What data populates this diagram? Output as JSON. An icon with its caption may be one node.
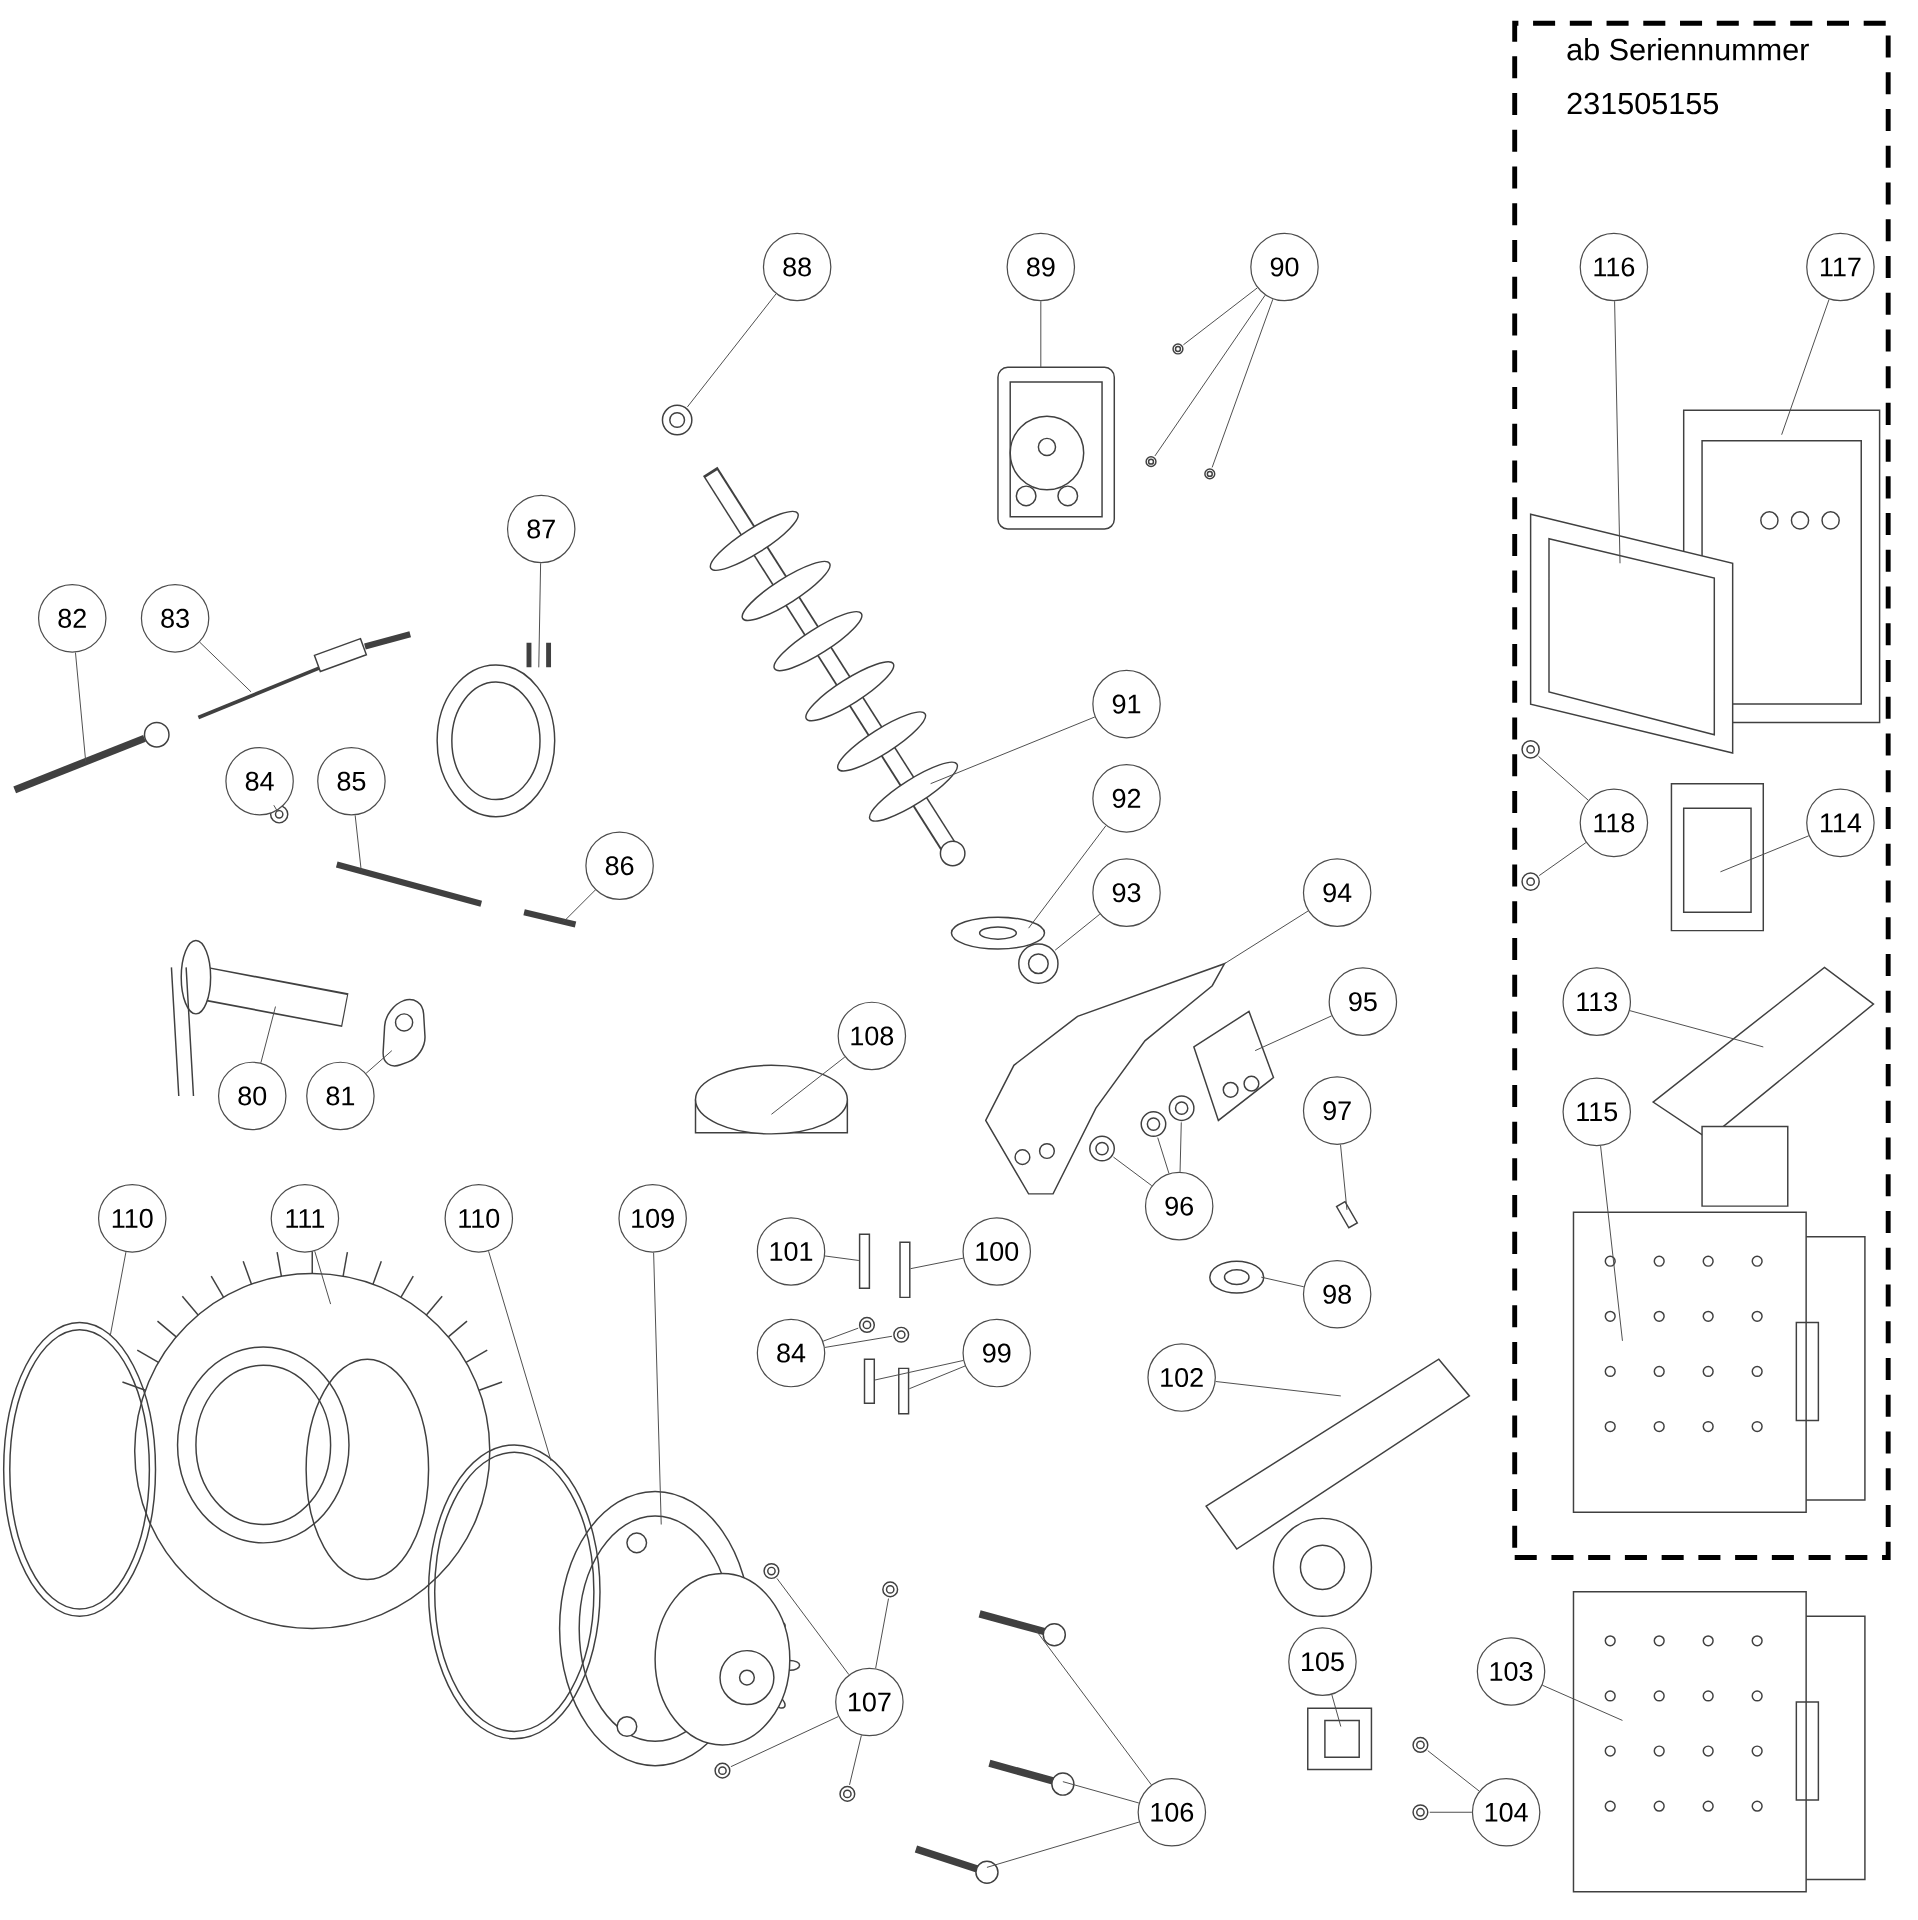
{
  "diagram": {
    "nodes": [
      {
        "text": [
          "ab Seriennummer 231505155"
        ]
      },
      {
        "text": [
          "88"
        ]
      },
      {
        "text": [
          "89"
        ]
      },
      {
        "text": [
          "90"
        ]
      },
      {
        "text": [
          "116"
        ],
        "in": 0
      },
      {
        "text": [
          "117"
        ],
        "in": 0
      },
      {
        "text": [
          "87"
        ]
      },
      {
        "text": [
          "82"
        ]
      },
      {
        "text": [
          "83"
        ]
      },
      {
        "text": [
          "91"
        ]
      },
      {
        "text": [
          "84"
        ]
      },
      {
        "text": [
          "85"
        ]
      },
      {
        "text": [
          "92"
        ]
      },
      {
        "text": [
          "118"
        ],
        "in": 0
      },
      {
        "text": [
          "114"
        ],
        "in": 0
      },
      {
        "text": [
          "86"
        ]
      },
      {
        "text": [
          "93"
        ]
      },
      {
        "text": [
          "94"
        ]
      },
      {
        "text": [
          "95"
        ]
      },
      {
        "text": [
          "113"
        ],
        "in": 0
      },
      {
        "text": [
          "108"
        ]
      },
      {
        "text": [
          "80"
        ]
      },
      {
        "text": [
          "81"
        ]
      },
      {
        "text": [
          "97"
        ]
      },
      {
        "text": [
          "115"
        ],
        "in": 0
      },
      {
        "text": [
          "96"
        ]
      },
      {
        "text": [
          "110"
        ]
      },
      {
        "text": [
          "111"
        ]
      },
      {
        "text": [
          "110"
        ]
      },
      {
        "text": [
          "109"
        ]
      },
      {
        "text": [
          "101"
        ]
      },
      {
        "text": [
          "100"
        ]
      },
      {
        "text": [
          "98"
        ]
      },
      {
        "text": [
          "84"
        ]
      },
      {
        "text": [
          "99"
        ]
      },
      {
        "text": [
          "102"
        ]
      },
      {
        "text": [
          "105"
        ]
      },
      {
        "text": [
          "103"
        ]
      },
      {
        "text": [
          "107"
        ]
      },
      {
        "text": [
          "106"
        ]
      },
      {
        "text": [
          "104"
        ]
      },
      {
        "text": [],
        "shape": "picture"
      },
      {
        "text": [],
        "shape": "picture"
      },
      {
        "text": [],
        "shape": "picture"
      },
      {
        "text": [],
        "shape": "picture"
      },
      {
        "text": [],
        "shape": "picture"
      },
      {
        "text": [],
        "shape": "picture"
      },
      {
        "text": [],
        "shape": "picture"
      },
      {
        "text": [],
        "shape": "picture"
      },
      {
        "text": [],
        "shape": "picture"
      },
      {
        "text": [],
        "shape": "picture"
      },
      {
        "text": [],
        "shape": "picture"
      },
      {
        "text": [],
        "shape": "picture"
      },
      {
        "text": [],
        "shape": "picture"
      },
      {
        "text": [],
        "shape": "picture"
      },
      {
        "text": [],
        "shape": "picture"
      },
      {
        "text": [],
        "shape": "picture"
      },
      {
        "text": [],
        "shape": "picture"
      },
      {
        "text": [],
        "shape": "picture"
      },
      {
        "text": [],
        "shape": "picture"
      },
      {
        "text": [],
        "shape": "picture"
      },
      {
        "text": [],
        "shape": "picture"
      },
      {
        "text": [],
        "shape": "picture"
      },
      {
        "text": [],
        "shape": "picture"
      },
      {
        "text": [],
        "shape": "picture"
      },
      {
        "text": [],
        "shape": "picture"
      },
      {
        "text": [],
        "shape": "picture"
      },
      {
        "text": [],
        "shape": "picture"
      },
      {
        "text": [],
        "shape": "picture"
      },
      {
        "text": [],
        "shape": "box"
      },
      {
        "text": [],
        "shape": "box"
      },
      {
        "text": [],
        "shape": "picture"
      },
      {
        "text": [],
        "shape": "picture"
      },
      {
        "text": [],
        "shape": "box"
      },
      {
        "text": [],
        "shape": "box"
      },
      {
        "text": [],
        "shape": "picture"
      },
      {
        "text": [],
        "shape": "picture"
      },
      {
        "text": [],
        "shape": "picture"
      },
      {
        "text": [],
        "shape": "picture"
      },
      {
        "text": [],
        "shape": "picture"
      },
      {
        "text": [],
        "shape": "picture"
      },
      {
        "text": [],
        "shape": "picture"
      },
      {
        "text": [],
        "shape": "picture"
      },
      {
        "text": [],
        "shape": "picture"
      },
      {
        "text": [],
        "shape": "picture"
      },
      {
        "text": [],
        "shape": "picture"
      },
      {
        "text": [],
        "shape": "picture"
      },
      {
        "text": [],
        "shape": "picture",
        "in": 0
      },
      {
        "text": [],
        "shape": "picture",
        "in": 0
      },
      {
        "text": [],
        "shape": "picture",
        "in": 0
      },
      {
        "text": [],
        "shape": "picture",
        "in": 0
      },
      {
        "text": [],
        "shape": "picture",
        "in": 0
      },
      {
        "text": [],
        "shape": "picture",
        "in": 0
      },
      {
        "text": [],
        "shape": "picture",
        "in": 0
      }
    ],
    "edges": [
      {
        "from": 7,
        "to": 41,
        "arrow": "none"
      },
      {
        "from": 8,
        "to": 42,
        "arrow": "none"
      },
      {
        "from": 10,
        "to": 43,
        "arrow": "none"
      },
      {
        "from": 11,
        "to": 44,
        "arrow": "none"
      },
      {
        "from": 15,
        "to": 45,
        "arrow": "none"
      },
      {
        "from": 6,
        "to": 46,
        "arrow": "none"
      },
      {
        "from": 1,
        "to": 47,
        "arrow": "none"
      },
      {
        "from": 2,
        "to": 48,
        "arrow": "none"
      },
      {
        "from": 3,
        "to": 49,
        "arrow": "none"
      },
      {
        "from": 3,
        "to": 50,
        "arrow": "none"
      },
      {
        "from": 3,
        "to": 51,
        "arrow": "none"
      },
      {
        "from": 9,
        "to": 52,
        "arrow": "none"
      },
      {
        "from": 12,
        "to": 53,
        "arrow": "none"
      },
      {
        "from": 16,
        "to": 54,
        "arrow": "none"
      },
      {
        "from": 17,
        "to": 55,
        "arrow": "none"
      },
      {
        "from": 18,
        "to": 56,
        "arrow": "none"
      },
      {
        "from": 25,
        "to": 57,
        "arrow": "none"
      },
      {
        "from": 25,
        "to": 58,
        "arrow": "none"
      },
      {
        "from": 25,
        "to": 59,
        "arrow": "none"
      },
      {
        "from": 23,
        "to": 60,
        "arrow": "none"
      },
      {
        "from": 32,
        "to": 61,
        "arrow": "none"
      },
      {
        "from": 21,
        "to": 62,
        "arrow": "none"
      },
      {
        "from": 22,
        "to": 63,
        "arrow": "none"
      },
      {
        "from": 20,
        "to": 64,
        "arrow": "none"
      },
      {
        "from": 26,
        "to": 65,
        "arrow": "none"
      },
      {
        "from": 27,
        "to": 66,
        "arrow": "none"
      },
      {
        "from": 28,
        "to": 67,
        "arrow": "none"
      },
      {
        "from": 29,
        "to": 68,
        "arrow": "none"
      },
      {
        "from": 30,
        "to": 69,
        "arrow": "none"
      },
      {
        "from": 31,
        "to": 70,
        "arrow": "none"
      },
      {
        "from": 33,
        "to": 71,
        "arrow": "none"
      },
      {
        "from": 33,
        "to": 72,
        "arrow": "none"
      },
      {
        "from": 34,
        "to": 73,
        "arrow": "none"
      },
      {
        "from": 34,
        "to": 74,
        "arrow": "none"
      },
      {
        "from": 35,
        "to": 75,
        "arrow": "none"
      },
      {
        "from": 38,
        "to": 76,
        "arrow": "none"
      },
      {
        "from": 38,
        "to": 77,
        "arrow": "none"
      },
      {
        "from": 38,
        "to": 78,
        "arrow": "none"
      },
      {
        "from": 38,
        "to": 79,
        "arrow": "none"
      },
      {
        "from": 39,
        "to": 80,
        "arrow": "none"
      },
      {
        "from": 39,
        "to": 81,
        "arrow": "none"
      },
      {
        "from": 39,
        "to": 82,
        "arrow": "none"
      },
      {
        "from": 36,
        "to": 83,
        "arrow": "none"
      },
      {
        "from": 40,
        "to": 84,
        "arrow": "none"
      },
      {
        "from": 40,
        "to": 85,
        "arrow": "none"
      },
      {
        "from": 37,
        "to": 86,
        "arrow": "none"
      },
      {
        "from": 4,
        "to": 87,
        "arrow": "none"
      },
      {
        "from": 5,
        "to": 88,
        "arrow": "none"
      },
      {
        "from": 13,
        "to": 89,
        "arrow": "none"
      },
      {
        "from": 13,
        "to": 90,
        "arrow": "none"
      },
      {
        "from": 14,
        "to": 91,
        "arrow": "none"
      },
      {
        "from": 19,
        "to": 92,
        "arrow": "none"
      },
      {
        "from": 24,
        "to": 93,
        "arrow": "none"
      }
    ]
  }
}
